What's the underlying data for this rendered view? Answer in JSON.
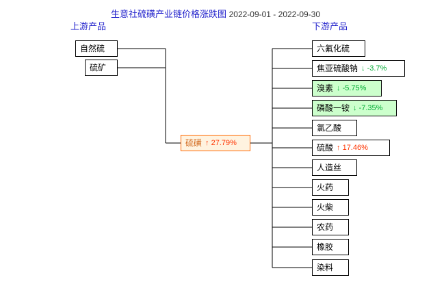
{
  "chart_title": {
    "main": "生意社硫磺产业链价格涨跌图",
    "date_range": "2022-09-01 - 2022-09-30"
  },
  "columns": {
    "upstream_header": "上游产品",
    "downstream_header": "下游产品"
  },
  "center_node": {
    "name": "硫磺",
    "change": "↑ 27.79%",
    "direction": "up"
  },
  "upstream": [
    {
      "name": "自然硫",
      "change": "",
      "direction": "none",
      "highlight": false
    },
    {
      "name": "硫矿",
      "change": "",
      "direction": "none",
      "highlight": false
    }
  ],
  "downstream": [
    {
      "name": "六氟化硫",
      "change": "",
      "direction": "none",
      "highlight": false
    },
    {
      "name": "焦亚硫酸钠",
      "change": "↓ -3.7%",
      "direction": "down",
      "highlight": false
    },
    {
      "name": "溴素",
      "change": "↓ -5.75%",
      "direction": "down",
      "highlight": true
    },
    {
      "name": "磷酸一铵",
      "change": "↓ -7.35%",
      "direction": "down",
      "highlight": true
    },
    {
      "name": "氯乙酸",
      "change": "",
      "direction": "none",
      "highlight": false
    },
    {
      "name": "硫酸",
      "change": "↑ 17.46%",
      "direction": "up",
      "highlight": true
    },
    {
      "name": "人造丝",
      "change": "",
      "direction": "none",
      "highlight": false
    },
    {
      "name": "火药",
      "change": "",
      "direction": "none",
      "highlight": false
    },
    {
      "name": "火柴",
      "change": "",
      "direction": "none",
      "highlight": false
    },
    {
      "name": "农药",
      "change": "",
      "direction": "none",
      "highlight": false
    },
    {
      "name": "橡胶",
      "change": "",
      "direction": "none",
      "highlight": false
    },
    {
      "name": "染料",
      "change": "",
      "direction": "none",
      "highlight": false
    }
  ]
}
